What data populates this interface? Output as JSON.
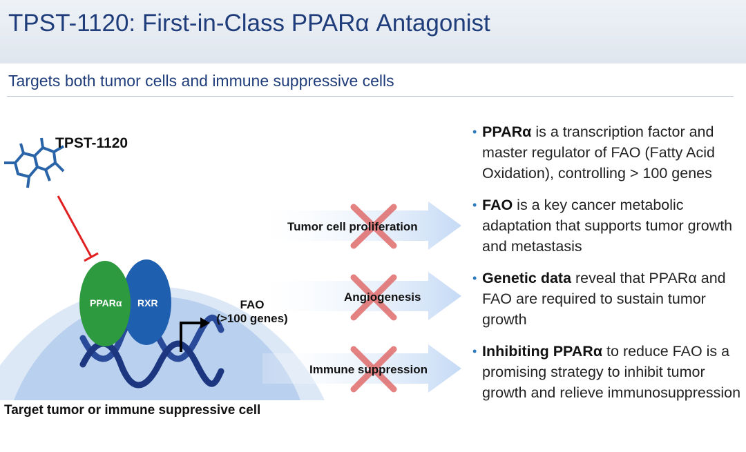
{
  "header": {
    "title": "TPST-1120: First-in-Class PPARα Antagonist",
    "subtitle": "Targets both tumor cells and immune suppressive cells"
  },
  "diagram": {
    "drug_label": "TPST-1120",
    "protein_left": "PPARα",
    "protein_right": "RXR",
    "fao_label_line1": "FAO",
    "fao_label_line2": "(>100 genes)",
    "cell_caption": "Target tumor or immune suppressive cell",
    "effects": [
      {
        "label": "Tumor cell proliferation"
      },
      {
        "label": "Angiogenesis"
      },
      {
        "label": "Immune suppression"
      }
    ]
  },
  "bullets": [
    {
      "bold": "PPARα",
      "text": " is a transcription factor and master regulator of FAO (Fatty Acid Oxidation), controlling > 100 genes"
    },
    {
      "bold": "FAO",
      "text": " is a key cancer metabolic adaptation that supports tumor growth and metastasis"
    },
    {
      "bold": "Genetic data",
      "text": " reveal that PPARα and FAO are required to sustain tumor growth"
    },
    {
      "bold": "Inhibiting PPARα",
      "text": " to reduce FAO is a promising strategy to inhibit tumor growth and relieve immunosuppression"
    }
  ],
  "colors": {
    "title": "#1f3d7a",
    "bullet_dot": "#2b7bbf",
    "ppar": "#2e9a3f",
    "rxr": "#1f5fb0",
    "cross": "#e06c6c",
    "arrow": "#d3e3f8",
    "inhibit_line": "#e02020"
  }
}
